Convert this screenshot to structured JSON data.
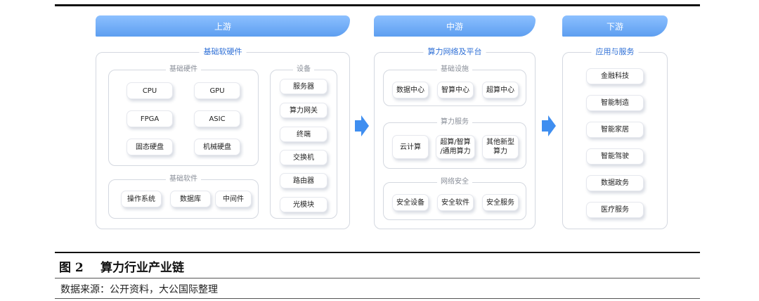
{
  "columns": {
    "upstream": {
      "banner": "上游",
      "section_title": "基础软硬件",
      "hardware": {
        "title": "基础硬件",
        "items": [
          "CPU",
          "GPU",
          "FPGA",
          "ASIC",
          "固态硬盘",
          "机械硬盘"
        ]
      },
      "software": {
        "title": "基础软件",
        "items": [
          "操作系统",
          "数据库",
          "中间件"
        ]
      },
      "devices": {
        "title": "设备",
        "items": [
          "服务器",
          "算力网关",
          "终端",
          "交换机",
          "路由器",
          "光模块"
        ]
      }
    },
    "midstream": {
      "banner": "中游",
      "section_title": "算力网络及平台",
      "infrastructure": {
        "title": "基础设施",
        "items": [
          "数据中心",
          "智算中心",
          "超算中心"
        ]
      },
      "compute_services": {
        "title": "算力服务",
        "items": [
          "云计算",
          "超算/智算\n/通用算力",
          "其他新型\n算力"
        ]
      },
      "network_security": {
        "title": "网络安全",
        "items": [
          "安全设备",
          "安全软件",
          "安全服务"
        ]
      }
    },
    "downstream": {
      "banner": "下游",
      "section_title": "应用与服务",
      "items": [
        "金融科技",
        "智能制造",
        "智能家居",
        "智能驾驶",
        "数据政务",
        "医疗服务"
      ]
    }
  },
  "caption": {
    "label": "图 2",
    "title": "算力行业产业链",
    "source": "数据来源：公开资料，大公国际整理"
  },
  "colors": {
    "accent": "#2e6fd6",
    "banner_light": "#8cc0ff",
    "banner_dark": "#5d9ef0",
    "arrow": "#3f8ef0"
  }
}
